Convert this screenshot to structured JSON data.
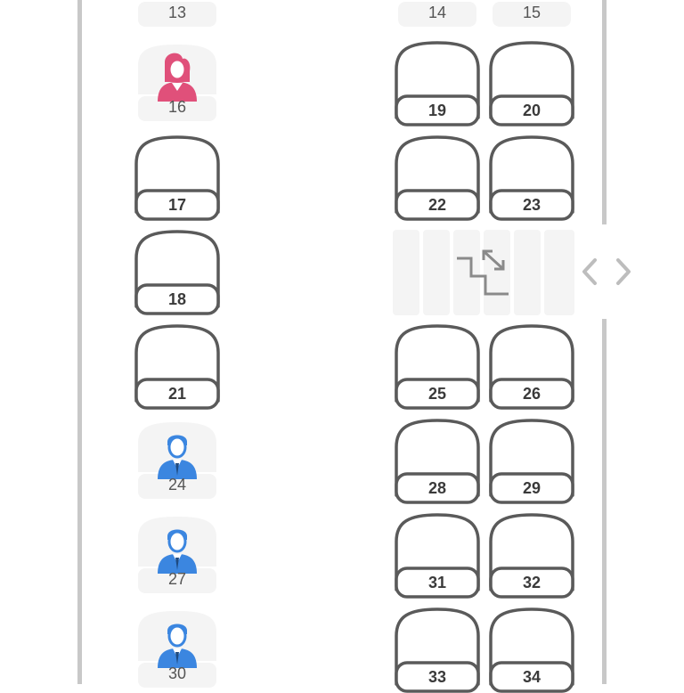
{
  "colors": {
    "outline": "#5a5a5a",
    "occupied_bg": "#f4f4f4",
    "female": "#e0507a",
    "male": "#3b86e0",
    "wall": "#c8c8c8",
    "stairs_bg": "#f4f4f4",
    "stairs_icon": "#8a8a8a"
  },
  "seats": [
    {
      "id": "13",
      "label": "13",
      "status": "occupied"
    },
    {
      "id": "14",
      "label": "14",
      "status": "occupied"
    },
    {
      "id": "15",
      "label": "15",
      "status": "occupied"
    },
    {
      "id": "16",
      "label": "16",
      "status": "occupied-female"
    },
    {
      "id": "17",
      "label": "17",
      "status": "available"
    },
    {
      "id": "18",
      "label": "18",
      "status": "available"
    },
    {
      "id": "19",
      "label": "19",
      "status": "available"
    },
    {
      "id": "20",
      "label": "20",
      "status": "available"
    },
    {
      "id": "21",
      "label": "21",
      "status": "available"
    },
    {
      "id": "22",
      "label": "22",
      "status": "available"
    },
    {
      "id": "23",
      "label": "23",
      "status": "available"
    },
    {
      "id": "24",
      "label": "24",
      "status": "occupied-male"
    },
    {
      "id": "25",
      "label": "25",
      "status": "available"
    },
    {
      "id": "26",
      "label": "26",
      "status": "available"
    },
    {
      "id": "27",
      "label": "27",
      "status": "occupied-male"
    },
    {
      "id": "28",
      "label": "28",
      "status": "available"
    },
    {
      "id": "29",
      "label": "29",
      "status": "available"
    },
    {
      "id": "30",
      "label": "30",
      "status": "occupied-male"
    },
    {
      "id": "31",
      "label": "31",
      "status": "available"
    },
    {
      "id": "32",
      "label": "32",
      "status": "available"
    },
    {
      "id": "33",
      "label": "33",
      "status": "available"
    },
    {
      "id": "34",
      "label": "34",
      "status": "available"
    }
  ],
  "stairs": {
    "icon": "stairs-icon"
  },
  "nav": {
    "prev_icon": "chevron-left-icon",
    "next_icon": "chevron-right-icon"
  }
}
